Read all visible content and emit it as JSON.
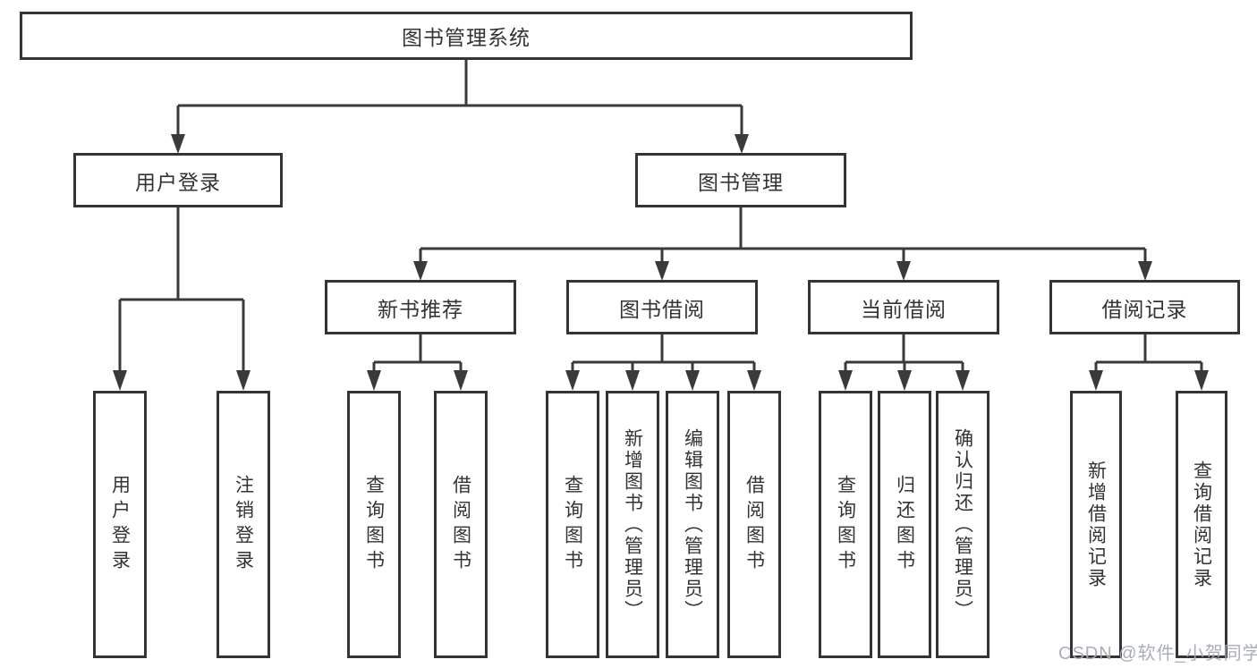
{
  "diagram": {
    "type": "hierarchy-tree",
    "title": "图书管理系统",
    "colors": {
      "line": "#3a3a3a",
      "box_border": "#343434",
      "text": "#333333",
      "background": "#ffffff",
      "watermark": "#a4aab2"
    }
  },
  "watermark": "CSDN @软件_小贺同学",
  "tree": {
    "label": "图书管理系统",
    "children": [
      {
        "label": "用户登录",
        "children": [
          {
            "label": "用户登录"
          },
          {
            "label": "注销登录"
          }
        ]
      },
      {
        "label": "图书管理",
        "children": [
          {
            "label": "新书推荐",
            "children": [
              {
                "label": "查询图书"
              },
              {
                "label": "借阅图书"
              }
            ]
          },
          {
            "label": "图书借阅",
            "children": [
              {
                "label": "查询图书"
              },
              {
                "label": "新增图书（管理员）"
              },
              {
                "label": "编辑图书（管理员）"
              },
              {
                "label": "借阅图书"
              }
            ]
          },
          {
            "label": "当前借阅",
            "children": [
              {
                "label": "查询图书"
              },
              {
                "label": "归还图书"
              },
              {
                "label": "确认归还（管理员）"
              }
            ]
          },
          {
            "label": "借阅记录",
            "children": [
              {
                "label": "新增借阅记录"
              },
              {
                "label": "查询借阅记录"
              }
            ]
          }
        ]
      }
    ]
  }
}
